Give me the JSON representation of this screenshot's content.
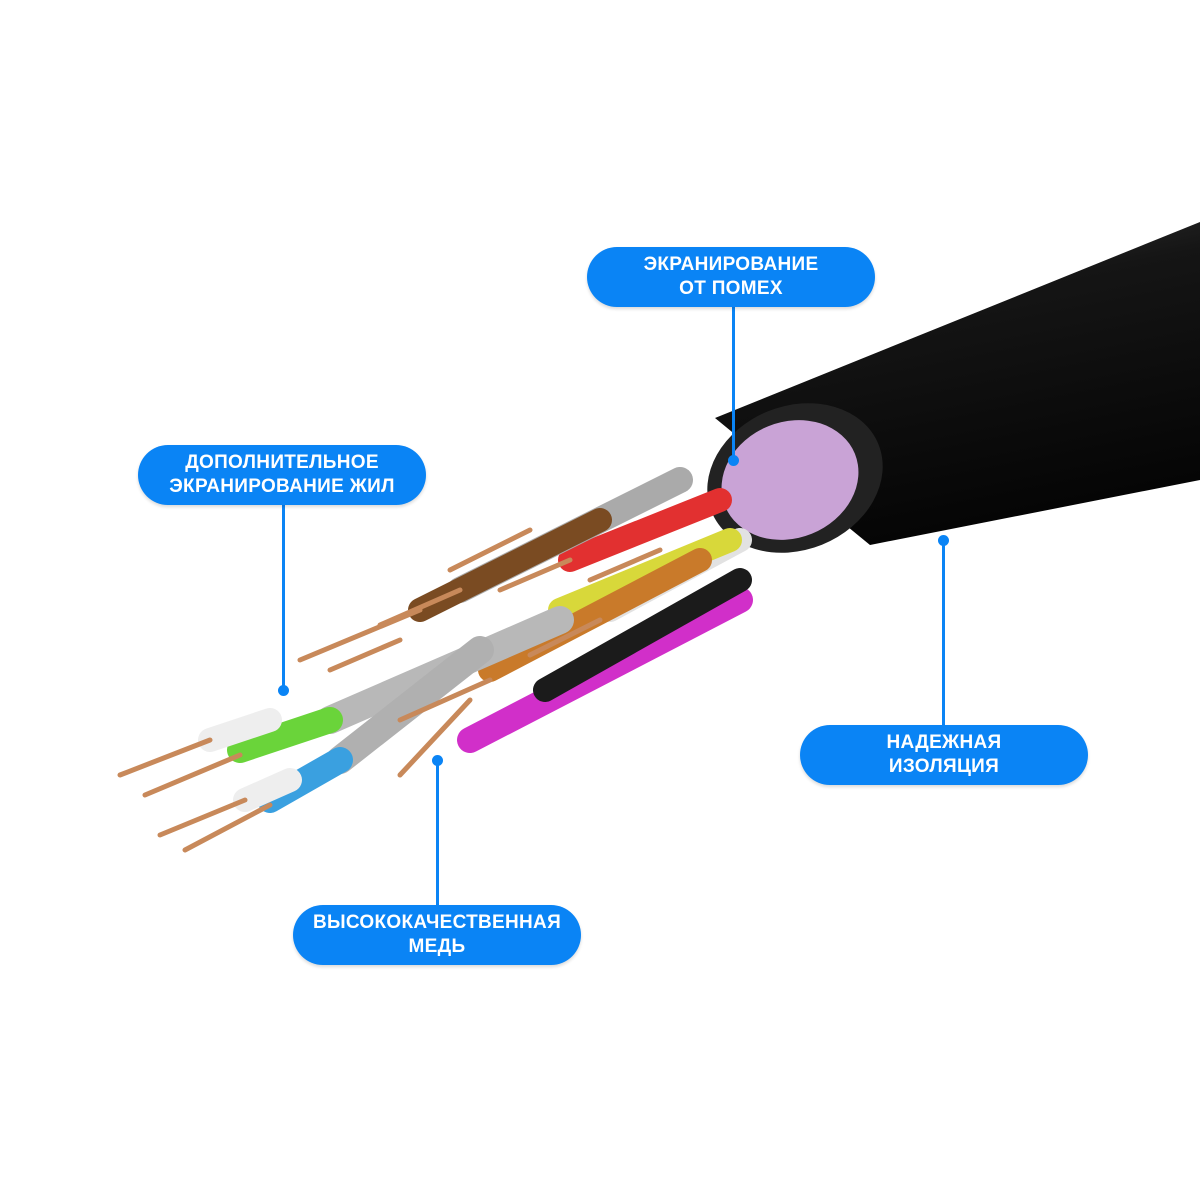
{
  "labels": {
    "shielding": {
      "line1": "ЭКРАНИРОВАНИЕ",
      "line2": "ОТ ПОМЕХ"
    },
    "core_shielding": {
      "line1": "ДОПОЛНИТЕЛЬНОЕ",
      "line2": "ЭКРАНИРОВАНИЕ ЖИЛ"
    },
    "insulation": {
      "line1": "НАДЕЖНАЯ",
      "line2": "ИЗОЛЯЦИЯ"
    },
    "copper": {
      "line1": "ВЫСОКОКАЧЕСТВЕННАЯ",
      "line2": "МЕДЬ"
    }
  },
  "colors": {
    "accent": "#0a84f5",
    "jacket": "#1a1a1a",
    "foil": "#c9a3d6",
    "copper": "#c8895a"
  }
}
